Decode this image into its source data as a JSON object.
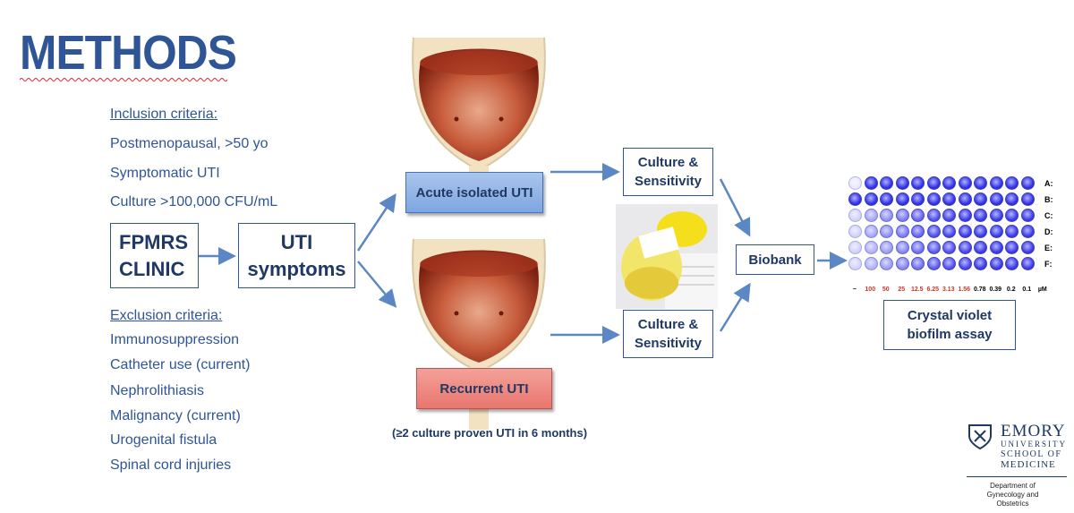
{
  "title": "METHODS",
  "inclusion": {
    "heading": "Inclusion criteria:",
    "items": [
      "Postmenopausal, >50 yo",
      "Symptomatic UTI",
      "Culture >100,000 CFU/mL"
    ]
  },
  "exclusion": {
    "heading": "Exclusion criteria:",
    "items": [
      "Immunosuppression",
      "Catheter use (current)",
      "Nephrolithiasis",
      "Malignancy (current)",
      "Urogenital fistula",
      "Spinal cord injuries"
    ]
  },
  "flow": {
    "clinic": "FPMRS CLINIC",
    "symptoms": "UTI symptoms",
    "acute": "Acute isolated UTI",
    "recurrent": "Recurrent UTI",
    "recurrent_note": "(≥2 culture proven UTI in 6 months)",
    "culture_top": "Culture & Sensitivity",
    "culture_bottom": "Culture & Sensitivity",
    "biobank": "Biobank",
    "assay": "Crystal violet biofilm assay"
  },
  "plate": {
    "rows": [
      "A:",
      "B:",
      "C:",
      "D:",
      "E:",
      "F:"
    ],
    "concentrations": [
      "−",
      "100",
      "50",
      "25",
      "12.5",
      "6.25",
      "3.13",
      "1.56",
      "0.78",
      "0.39",
      "0.2",
      "0.1"
    ],
    "unit": "µM",
    "well_intensity": [
      [
        0.1,
        0.95,
        0.95,
        0.95,
        0.95,
        0.95,
        0.95,
        0.95,
        0.95,
        0.95,
        0.95,
        0.95
      ],
      [
        0.95,
        0.95,
        0.95,
        0.95,
        0.95,
        0.95,
        0.95,
        0.95,
        0.95,
        0.95,
        0.95,
        0.95
      ],
      [
        0.2,
        0.4,
        0.5,
        0.6,
        0.7,
        0.8,
        0.85,
        0.9,
        0.9,
        0.9,
        0.9,
        0.9
      ],
      [
        0.2,
        0.4,
        0.5,
        0.6,
        0.7,
        0.8,
        0.85,
        0.9,
        0.9,
        0.9,
        0.9,
        0.9
      ],
      [
        0.2,
        0.35,
        0.45,
        0.55,
        0.65,
        0.75,
        0.8,
        0.85,
        0.9,
        0.9,
        0.9,
        0.9
      ],
      [
        0.2,
        0.35,
        0.45,
        0.55,
        0.65,
        0.75,
        0.8,
        0.85,
        0.9,
        0.9,
        0.9,
        0.9
      ]
    ]
  },
  "logo": {
    "name": "EMORY",
    "line2": "UNIVERSITY",
    "line3": "SCHOOL OF",
    "line4": "MEDICINE",
    "department": "Department of Gynecology and Obstetrics"
  },
  "colors": {
    "primary": "#2f5597",
    "dark_navy": "#1f3864",
    "arrow": "#5b87c5",
    "acute_fill": "#8eb4e3",
    "recurrent_fill": "#ec8a82",
    "well_blue": "#2a2ae0",
    "concentration_red": "#c0392b"
  }
}
